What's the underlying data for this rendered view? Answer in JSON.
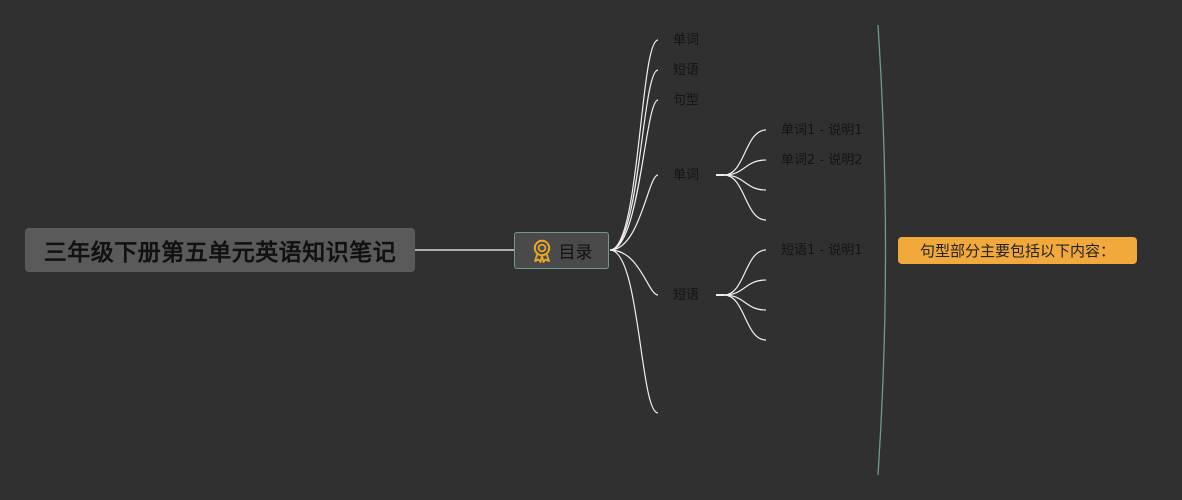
{
  "root": {
    "title": "三年级下册第五单元英语知识笔记"
  },
  "toc": {
    "label": "目录",
    "icon": "award-medal-icon",
    "icon_color": "#e8a92a"
  },
  "branches": {
    "item_1": "单词",
    "item_2": "短语",
    "item_3": "句型",
    "words": {
      "label": "单词",
      "entries": [
        "单词1 - 说明1",
        "单词2 - 说明2"
      ]
    },
    "phrases": {
      "label": "短语",
      "entries": [
        "短语1 - 说明1"
      ]
    }
  },
  "callout": {
    "text": "句型部分主要包括以下内容：",
    "color": "#f2a93b"
  },
  "colors": {
    "background": "#303030",
    "connector": "#e8e8e8",
    "bracket": "#6d9b90"
  }
}
